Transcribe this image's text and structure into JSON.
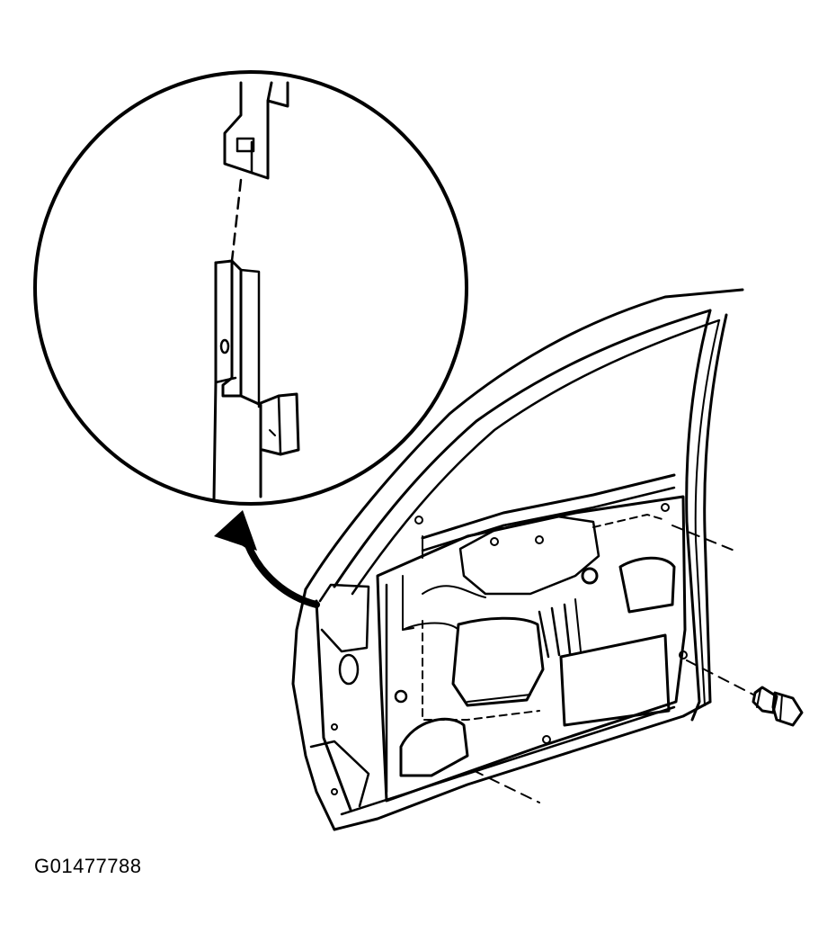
{
  "figure": {
    "caption": "G01477788",
    "ink_color": "#000000",
    "background_color": "#ffffff",
    "icons": [
      "detail-magnifier-circle",
      "callout-arrow",
      "door-frame",
      "bolt-icon"
    ]
  }
}
